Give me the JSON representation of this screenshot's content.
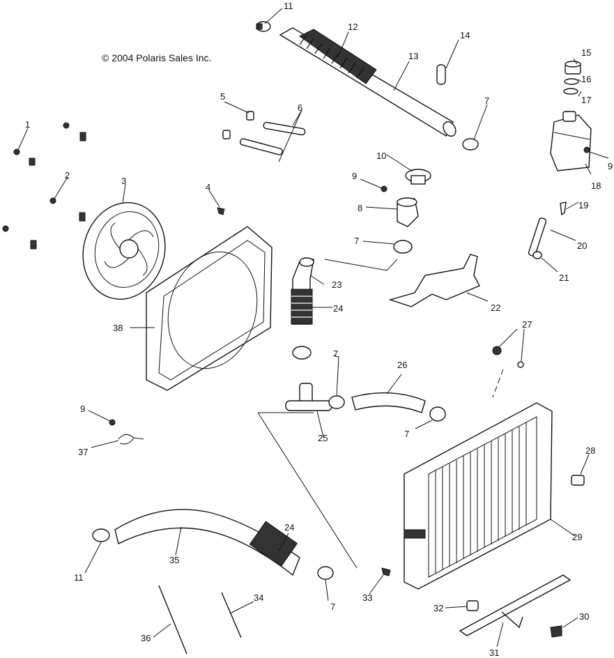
{
  "copyright": "© 2004 Polaris Sales Inc.",
  "labels": {
    "p1": "1",
    "p2": "2",
    "p3": "3",
    "p4": "4",
    "p5": "5",
    "p6": "6",
    "p7": "7",
    "p8": "8",
    "p9": "9",
    "p10": "10",
    "p11": "11",
    "p12": "12",
    "p13": "13",
    "p14": "14",
    "p15": "15",
    "p16": "16",
    "p17": "17",
    "p18": "18",
    "p19": "19",
    "p20": "20",
    "p21": "21",
    "p22": "22",
    "p23": "23",
    "p24": "24",
    "p25": "25",
    "p26": "26",
    "p27": "27",
    "p28": "28",
    "p29": "29",
    "p30": "30",
    "p31": "31",
    "p32": "32",
    "p33": "33",
    "p34": "34",
    "p35": "35",
    "p36": "36",
    "p37": "37",
    "p38": "38"
  }
}
